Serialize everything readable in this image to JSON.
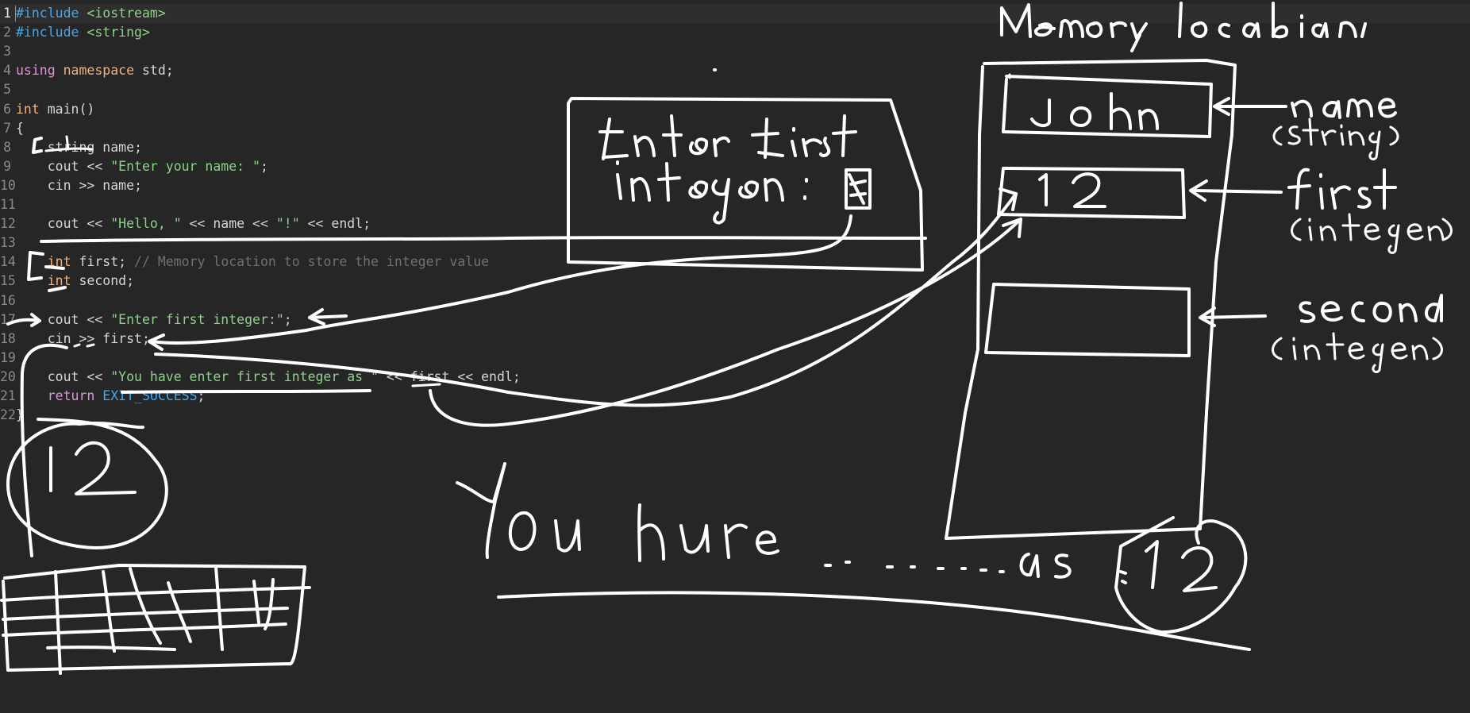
{
  "editor": {
    "line_numbers": [
      "1",
      "2",
      "3",
      "4",
      "5",
      "6",
      "7",
      "8",
      "9",
      "10",
      "11",
      "12",
      "13",
      "14",
      "15",
      "16",
      "17",
      "18",
      "19",
      "20",
      "21",
      "22"
    ],
    "lines": [
      [
        {
          "t": "#include",
          "c": "pre"
        },
        {
          "t": " <iostream>",
          "c": "inc"
        }
      ],
      [
        {
          "t": "#include",
          "c": "pre"
        },
        {
          "t": " <string>",
          "c": "inc"
        }
      ],
      [],
      [
        {
          "t": "using",
          "c": "kw"
        },
        {
          "t": " ",
          "c": "id"
        },
        {
          "t": "namespace",
          "c": "type"
        },
        {
          "t": " std;",
          "c": "id"
        }
      ],
      [],
      [
        {
          "t": "int",
          "c": "type"
        },
        {
          "t": " main()",
          "c": "id"
        }
      ],
      [
        {
          "t": "{",
          "c": "id"
        }
      ],
      [
        {
          "t": "    string name;",
          "c": "id"
        }
      ],
      [
        {
          "t": "    cout << ",
          "c": "id"
        },
        {
          "t": "\"Enter your name: \"",
          "c": "str"
        },
        {
          "t": ";",
          "c": "id"
        }
      ],
      [
        {
          "t": "    cin >> name;",
          "c": "id"
        }
      ],
      [],
      [
        {
          "t": "    cout << ",
          "c": "id"
        },
        {
          "t": "\"Hello, \"",
          "c": "str"
        },
        {
          "t": " << name << ",
          "c": "id"
        },
        {
          "t": "\"!\"",
          "c": "str"
        },
        {
          "t": " << endl;",
          "c": "id"
        }
      ],
      [],
      [
        {
          "t": "    ",
          "c": "id"
        },
        {
          "t": "int",
          "c": "type"
        },
        {
          "t": " first; ",
          "c": "id"
        },
        {
          "t": "// Memory location to store the integer value",
          "c": "com"
        }
      ],
      [
        {
          "t": "    ",
          "c": "id"
        },
        {
          "t": "int",
          "c": "type"
        },
        {
          "t": " second;",
          "c": "id"
        }
      ],
      [],
      [
        {
          "t": "    cout << ",
          "c": "id"
        },
        {
          "t": "\"Enter first integer:\"",
          "c": "str"
        },
        {
          "t": ";",
          "c": "id"
        }
      ],
      [
        {
          "t": "    cin >> first;",
          "c": "id"
        }
      ],
      [],
      [
        {
          "t": "    cout << ",
          "c": "id"
        },
        {
          "t": "\"You have enter first integer as \"",
          "c": "str"
        },
        {
          "t": " << first << endl;",
          "c": "id"
        }
      ],
      [
        {
          "t": "    ",
          "c": "id"
        },
        {
          "t": "return",
          "c": "kw"
        },
        {
          "t": " ",
          "c": "id"
        },
        {
          "t": "EXIT_SUCCESS",
          "c": "const"
        },
        {
          "t": ";",
          "c": "id"
        }
      ],
      [
        {
          "t": "}",
          "c": "id"
        }
      ]
    ],
    "current_line": 1
  },
  "colors": {
    "background": "#262626",
    "preprocessor": "#3fa9f5",
    "string": "#8fd18b",
    "keyword": "#e48fe0",
    "type": "#f2b27a",
    "comment": "#707070",
    "ink": "#ffffff"
  },
  "annotations": {
    "title": "Memory location",
    "console_prompt": "Enter first integer:",
    "name_value": "John",
    "first_value": "12",
    "input_value": "12",
    "name_label": "name",
    "name_type": "(string)",
    "first_label": "first",
    "first_type": "(integer)",
    "second_label": "second",
    "second_type": "(integer)",
    "output_text": "You have ........as : 12"
  }
}
